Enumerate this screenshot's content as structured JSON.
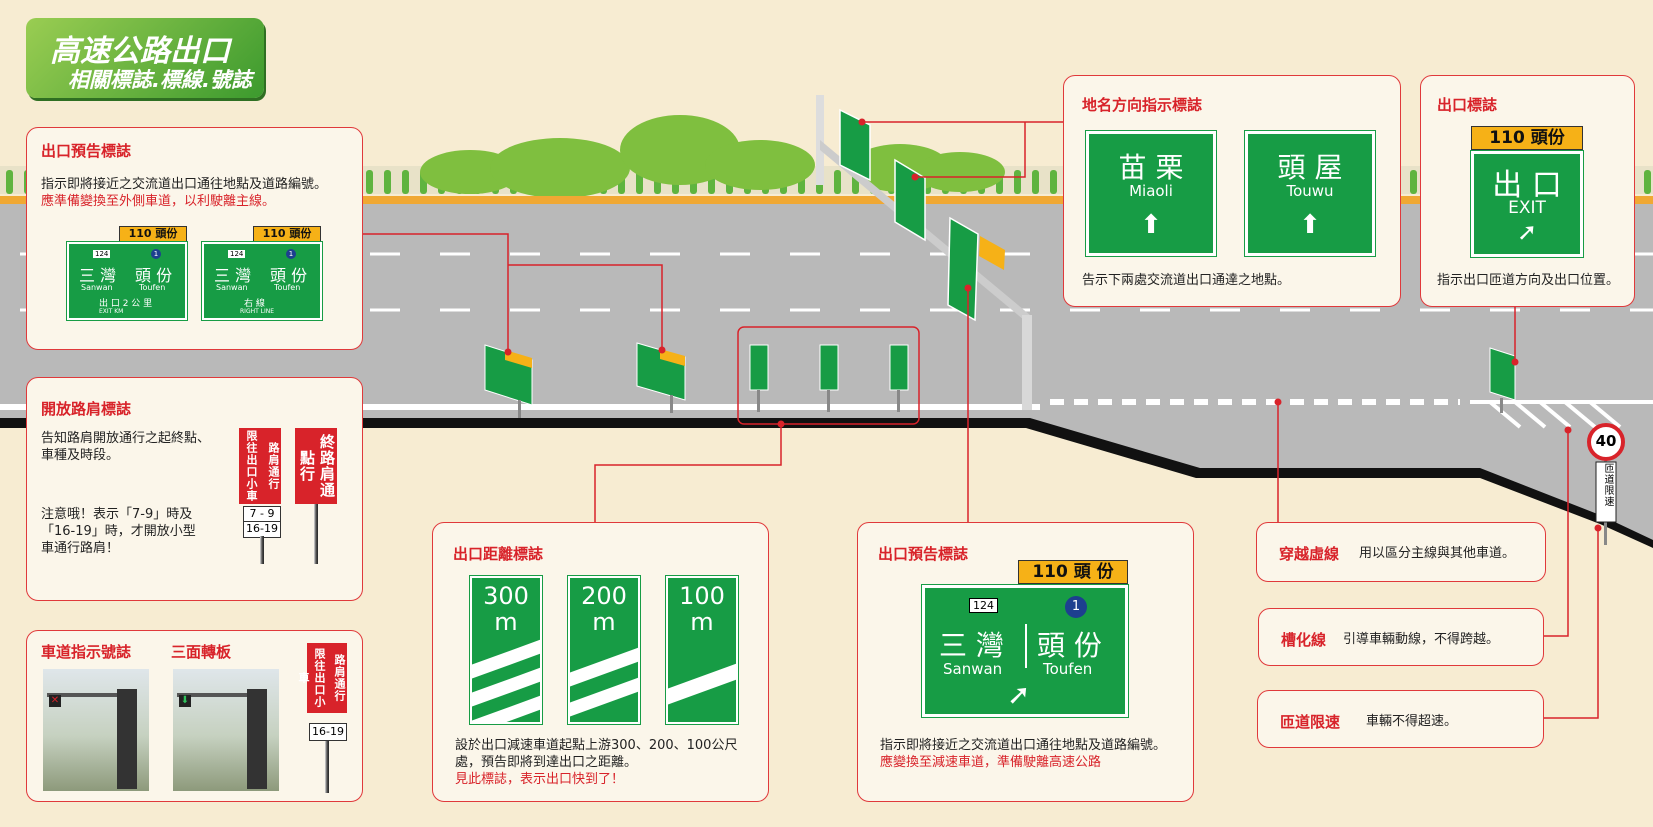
{
  "header": {
    "title": "高速公路出口",
    "subtitle": "相關標誌.標線.號誌"
  },
  "exit_preview_1": {
    "title": "出口預告標誌",
    "desc": "指示即將接近之交流道出口通往地點及道路編號。",
    "desc_red": "應準備變換至外側車道，以利駛離主線。",
    "sign_a": {
      "top": "110 頭份",
      "route1": "124",
      "route2": "1",
      "place1": "三 灣",
      "place1_en": "Sanwan",
      "place2": "頭 份",
      "place2_en": "Toufen",
      "bottom_zh": "出 口 2 公 里",
      "bottom_en": "EXIT  KM"
    },
    "sign_b": {
      "top": "110 頭份",
      "route1": "124",
      "route2": "1",
      "place1": "三 灣",
      "place1_en": "Sanwan",
      "place2": "頭 份",
      "place2_en": "Toufen",
      "bottom_zh": "右  線",
      "bottom_en": "RIGHT  LINE"
    }
  },
  "shoulder": {
    "title": "開放路肩標誌",
    "desc": "告知路肩開放通行之起終點、車種及時段。",
    "note": "注意哦！表示「7-9」時及「16-19」時，才開放小型車通行路肩！",
    "sign1_main": "路肩通行",
    "sign1_side": "限往出口小車",
    "sign1_times": [
      "7 - 9",
      "16-19"
    ],
    "sign2": "終路肩通點行"
  },
  "lane": {
    "title1": "車道指示號誌",
    "title2": "三面轉板",
    "sign_main": "路肩通行",
    "sign_side": "限往出口小車",
    "sign_time": "16-19"
  },
  "distance": {
    "title": "出口距離標誌",
    "signs": [
      {
        "num": "300",
        "unit": "m"
      },
      {
        "num": "200",
        "unit": "m"
      },
      {
        "num": "100",
        "unit": "m"
      }
    ],
    "desc": "設於出口減速車道起點上游300、200、100公尺處，預告即將到達出口之距離。",
    "desc_red": "見此標誌，表示出口快到了！"
  },
  "exit_preview_2": {
    "title": "出口預告標誌",
    "top": "110  頭 份",
    "route1": "124",
    "route2": "1",
    "place1": "三 灣",
    "place1_en": "Sanwan",
    "place2": "頭 份",
    "place2_en": "Toufen",
    "arrow": "➚",
    "desc": "指示即將接近之交流道出口通往地點及道路編號。",
    "desc_red": "應變換至減速車道，準備駛離高速公路"
  },
  "direction": {
    "title": "地名方向指示標誌",
    "signs": [
      {
        "zh": "苗 栗",
        "en": "Miaoli",
        "arrow": "⬆"
      },
      {
        "zh": "頭 屋",
        "en": "Touwu",
        "arrow": "⬆"
      }
    ],
    "desc": "告示下兩處交流道出口通達之地點。"
  },
  "exit_sign": {
    "title": "出口標誌",
    "top": "110 頭份",
    "zh": "出 口",
    "en": "EXIT",
    "arrow": "➚",
    "desc": "指示出口匝道方向及出口位置。"
  },
  "markings": [
    {
      "title": "穿越虛線",
      "desc": "用以區分主線與其他車道。"
    },
    {
      "title": "槽化線",
      "desc": "引導車輛動線，不得跨越。"
    },
    {
      "title": "匝道限速",
      "desc": "車輛不得超速。"
    }
  ],
  "speed_limit": {
    "value": "40",
    "label": "匝道限速"
  },
  "colors": {
    "sign_green": "#179c45",
    "alert_red": "#d8232a",
    "label_yellow": "#f6b117",
    "background": "#f7ecd2"
  }
}
